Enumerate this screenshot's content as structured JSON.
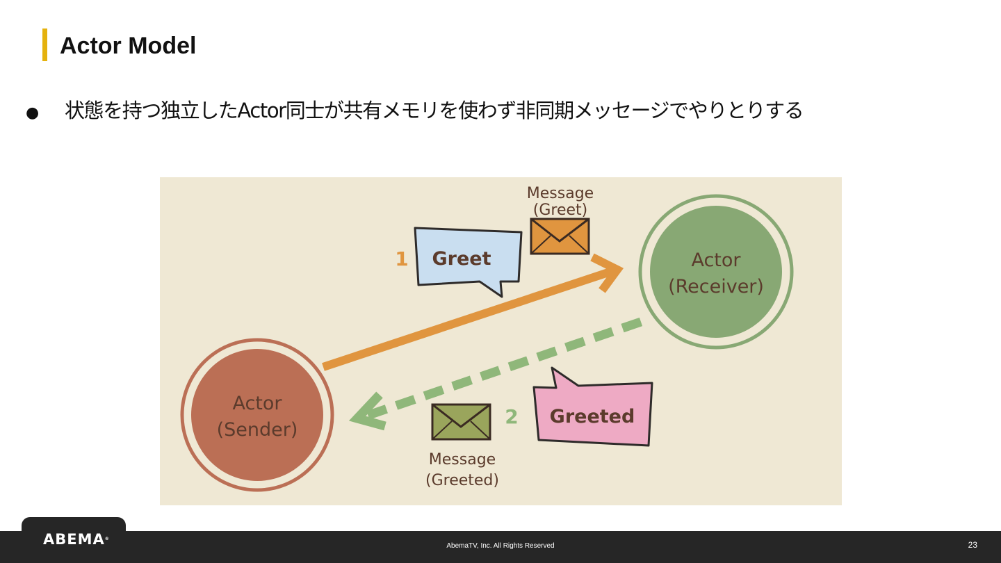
{
  "slide": {
    "title": "Actor Model",
    "bullet": "状態を持つ独立したActor同士が共有メモリを使わず非同期メッセージでやりとりする"
  },
  "diagram": {
    "sender": {
      "line1": "Actor",
      "line2": "(Sender)"
    },
    "receiver": {
      "line1": "Actor",
      "line2": "(Receiver)"
    },
    "step1": {
      "number": "1",
      "bubble": "Greet",
      "caption1": "Message",
      "caption2": "(Greet)"
    },
    "step2": {
      "number": "2",
      "bubble": "Greeted",
      "caption1": "Message",
      "caption2": "(Greeted)"
    },
    "colors": {
      "background": "#efe8d4",
      "sender": "#bb6f55",
      "receiver": "#88a874",
      "send_arrow": "#e0953f",
      "reply_arrow": "#8fb77a",
      "greet_bubble": "#c9def0",
      "greeted_bubble": "#eeaac4",
      "text": "#5b3b2c"
    }
  },
  "footer": {
    "logo": "ABEMA",
    "copyright": "AbemaTV, Inc. All Rights Reserved",
    "page": "23"
  }
}
